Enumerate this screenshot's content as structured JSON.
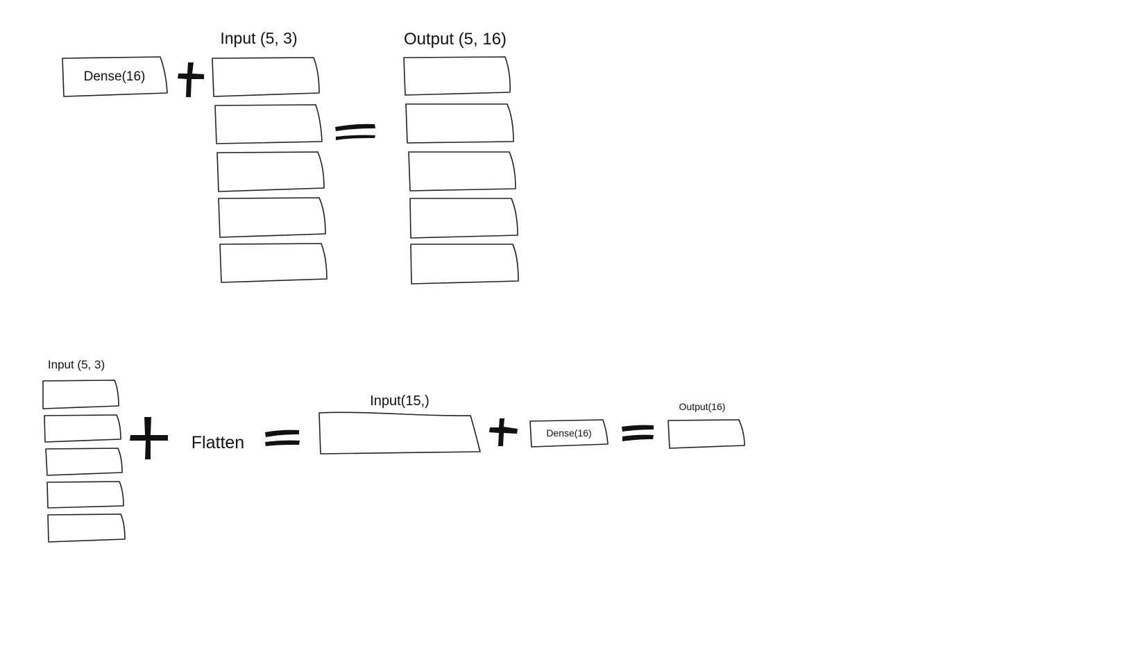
{
  "top_diagram": {
    "dense_label": "Dense(16)",
    "input_label": "Input (5, 3)",
    "output_label": "Output (5, 16)",
    "input_rows": 5,
    "output_rows": 5
  },
  "bottom_diagram": {
    "input_label": "Input (5, 3)",
    "input_rows": 5,
    "flatten_label": "Flatten",
    "flat_input_label": "Input(15,)",
    "dense_label": "Dense(16)",
    "output_label": "Output(16)"
  }
}
